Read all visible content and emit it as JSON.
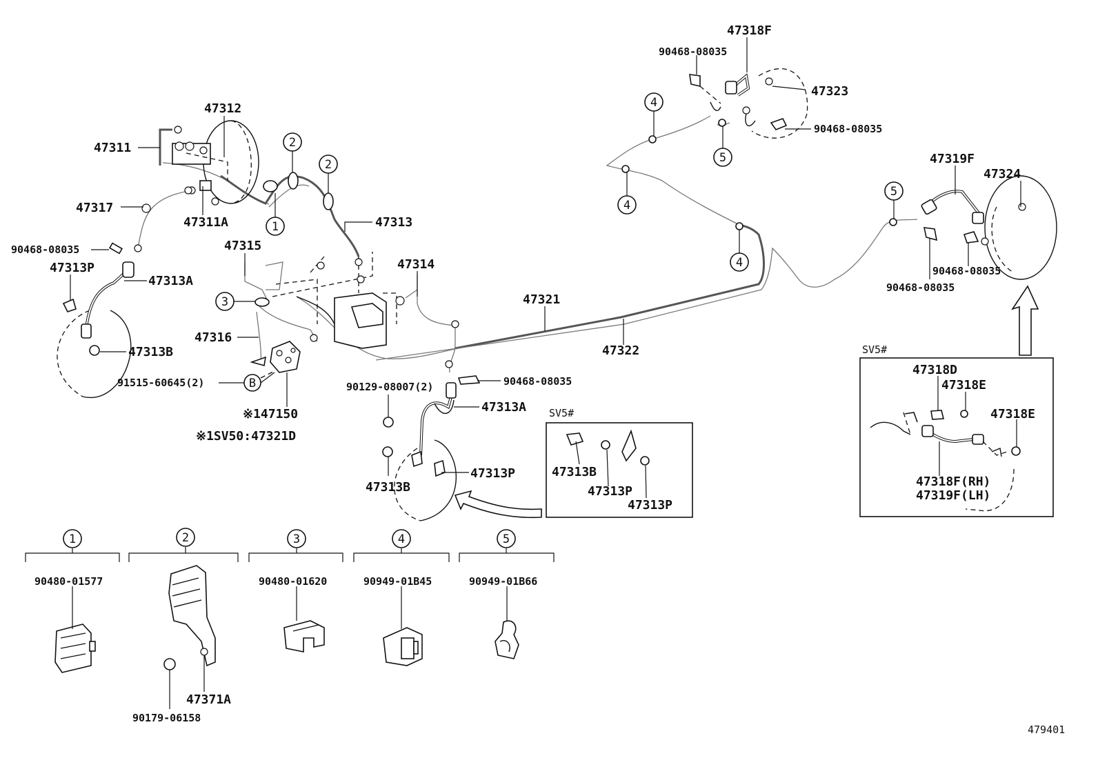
{
  "labels": {
    "l47312": "47312",
    "l47311": "47311",
    "l47317": "47317",
    "l47311A": "47311A",
    "l90468_a": "90468-08035",
    "l47313P_a": "47313P",
    "l47313A_a": "47313A",
    "l47313B_a": "47313B",
    "l47315": "47315",
    "l47316": "47316",
    "l91515": "91515-60645(2)",
    "l47150": "※147150",
    "l47321D": "※1SV50:47321D",
    "l47313": "47313",
    "l47314": "47314",
    "l47321": "47321",
    "l47322": "47322",
    "l90129": "90129-08007(2)",
    "l90468_b": "90468-08035",
    "l47313A_b": "47313A",
    "l47313B_b": "47313B",
    "l47313P_b": "47313P",
    "l47318F": "47318F",
    "l90468_c": "90468-08035",
    "l47323": "47323",
    "l90468_d": "90468-08035",
    "l47319F": "47319F",
    "l47324": "47324",
    "l90468_e": "90468-08035",
    "l90468_f": "90468-08035",
    "l47313B_c": "47313B",
    "l47313P_c": "47313P",
    "l47313P_d": "47313P",
    "l47318D": "47318D",
    "l47318E_a": "47318E",
    "l47318E_b": "47318E",
    "l47318F_RH": "47318F(RH)",
    "l47319F_LH": "47319F(LH)",
    "l90480_01577": "90480-01577",
    "l90179": "90179-06158",
    "l47371A": "47371A",
    "l90480_01620": "90480-01620",
    "l90949_01B45": "90949-01B45",
    "l90949_01B66": "90949-01B66"
  },
  "notes": {
    "sv5_center": "SV5#",
    "sv5_right": "SV5#",
    "figure_number": "479401"
  },
  "callouts": {
    "c1": "1",
    "c2": "2",
    "c3": "3",
    "c4": "4",
    "c5": "5",
    "cB": "B"
  }
}
